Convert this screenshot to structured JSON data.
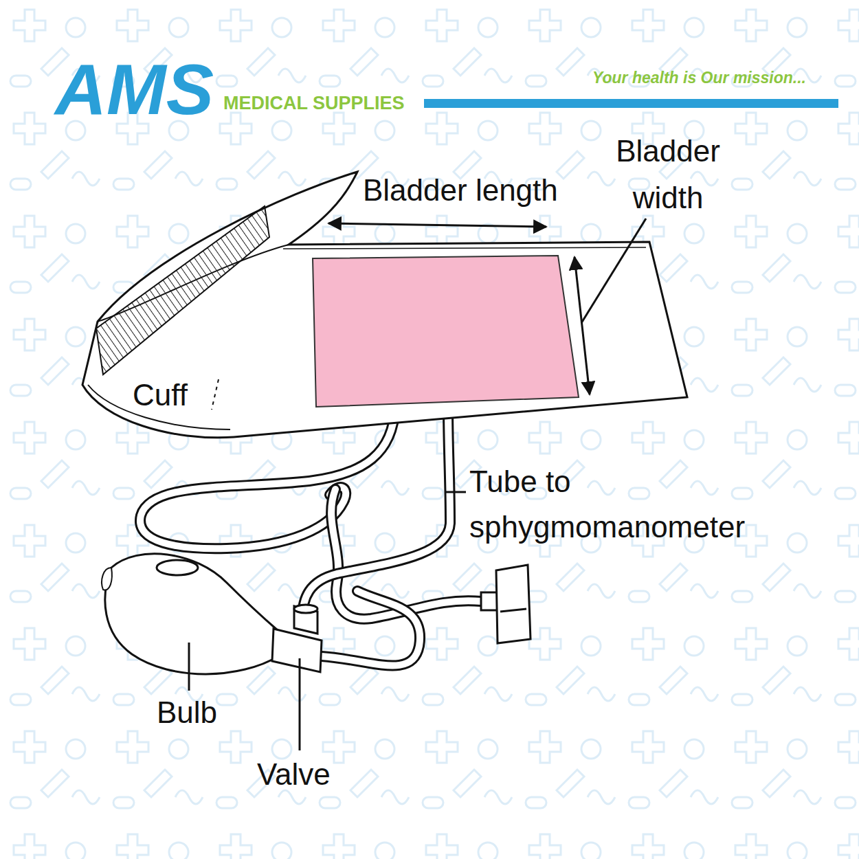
{
  "diagram": {
    "labels": [
      "AMS",
      "MEDICAL SUPPLIES",
      "Your health is Our mission...",
      "Bladder length",
      "Bladder width",
      "Cuff",
      "Tube to sphygmomanometer",
      "Bulb",
      "Valve"
    ]
  }
}
